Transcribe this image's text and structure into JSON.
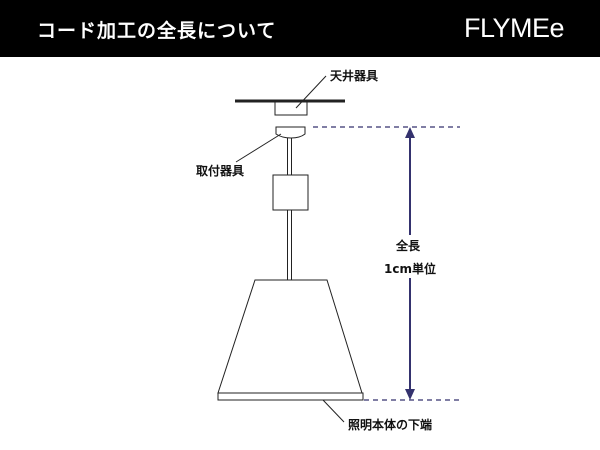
{
  "header": {
    "title": "コード加工の全長について",
    "logo": "FLYMEe"
  },
  "labels": {
    "ceiling_fixture": "天井器具",
    "mounting_fixture": "取付器具",
    "total_length": "全長",
    "unit": "1cm単位",
    "bottom_end": "照明本体の下端"
  },
  "colors": {
    "arrow": "#34326e",
    "header_bg": "#000000"
  }
}
